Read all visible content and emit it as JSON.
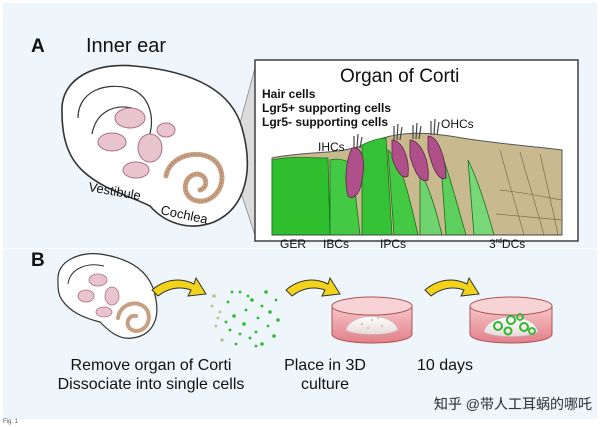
{
  "panel_a": {
    "letter": "A",
    "inner_ear_title": "Inner ear",
    "vestibule_label": "Vestibule",
    "cochlea_label": "Cochlea",
    "organ_title": "Organ of Corti",
    "legend": {
      "hair_cells": "Hair cells",
      "lgr5_pos": "Lgr5+ supporting cells",
      "lgr5_neg": "Lgr5- supporting cells"
    },
    "ihcs_label": "IHCs",
    "ohcs_label": "OHCs",
    "ger_label": "GER",
    "ibcs_label": "IBCs",
    "ipcs_label": "IPCs",
    "dcs_label_num": "3",
    "dcs_label_sup": "rd",
    "dcs_label_tail": "DCs"
  },
  "panel_b": {
    "letter": "B",
    "step1_line1": "Remove organ of Corti",
    "step1_line2": "Dissociate into single cells",
    "step2_line1": "Place in 3D",
    "step2_line2": "culture",
    "step3_line1": "10 days"
  },
  "watermark": "知乎 @带人工耳蜗的哪吒",
  "caption": "Fig. 1",
  "colors": {
    "hair_cells": "#b0508a",
    "lgr5_pos": "#2fb82f",
    "lgr5_neg": "#c2b48a",
    "background": "#eef6fb",
    "dish_pink": "#e88890",
    "arrow_yellow": "#f2d21a"
  }
}
